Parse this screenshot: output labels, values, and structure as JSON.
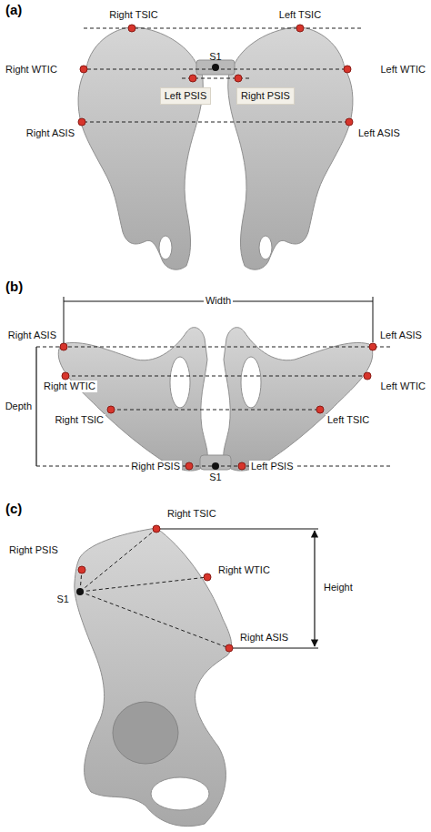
{
  "diagram": {
    "labels": [
      "(a)",
      "Right TSIC",
      "Left TSIC",
      "S1",
      "Right WTIC",
      "Left WTIC",
      "Left PSIS",
      "Right PSIS",
      "Right ASIS",
      "Left ASIS",
      "(b)",
      "Width",
      "Right ASIS",
      "Left ASIS",
      "Right WTIC",
      "Left WTIC",
      "Depth",
      "Right TSIC",
      "Left TSIC",
      "Right PSIS",
      "S1",
      "Left PSIS",
      "(c)",
      "Right TSIC",
      "Right PSIS",
      "Right WTIC",
      "S1",
      "Height",
      "Right ASIS"
    ]
  }
}
